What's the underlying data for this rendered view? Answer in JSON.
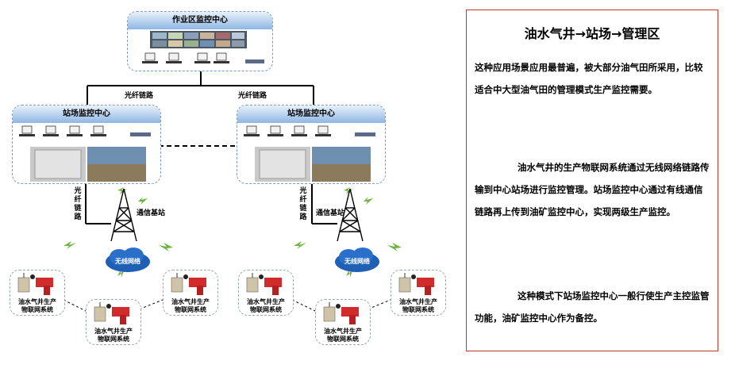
{
  "diagram": {
    "top_center": {
      "title": "作业区监控中心"
    },
    "station_left": {
      "title": "站场监控中心"
    },
    "station_right": {
      "title": "站场监控中心"
    },
    "fiber_label_left": "光纤链路",
    "fiber_label_right": "光纤链路",
    "fiber_vertical_left": "光纤链路",
    "fiber_vertical_right": "光纤链路",
    "base_station_left": "通信基站",
    "base_station_right": "通信基站",
    "wireless_left": "无线网络",
    "wireless_right": "无线网络",
    "well_label_line1": "油水气井生产",
    "well_label_line2": "物联网系统"
  },
  "text_panel": {
    "title": "油水气井→站场→管理区",
    "paragraphs": [
      "这种应用场景应用最普遍，被大部分油气田所采用，比较适合中大型油气田的管理模式生产监控需要。",
      "油水气井的生产物联网系统通过无线网络链路传输到中心站场进行监控管理。站场监控中心通过有线通信链路再上传到油矿监控中心，实现两级生产监控。",
      "这种模式下站场监控中心一般行使生产主控监管功能，油矿监控中心作为备控。"
    ]
  }
}
